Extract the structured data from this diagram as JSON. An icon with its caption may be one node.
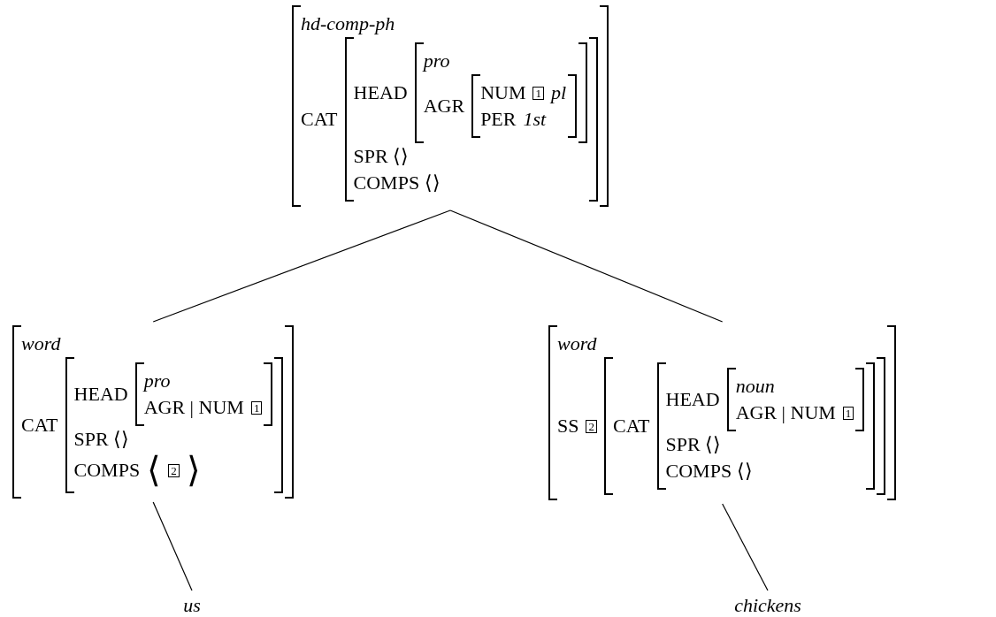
{
  "diagram": {
    "nodes": [
      {
        "text": [
          "hd-comp-ph",
          "CAT"
        ]
      },
      {
        "text": [
          "HEAD",
          "SPR ⟨⟩",
          "COMPS ⟨⟩"
        ],
        "in": 0
      },
      {
        "text": [
          "pro",
          "AGR"
        ],
        "in": 1
      },
      {
        "text": [
          "NUM",
          "1",
          "pl",
          "PER",
          "1st"
        ],
        "in": 2
      },
      {
        "text": [
          "word",
          "CAT"
        ]
      },
      {
        "text": [
          "HEAD",
          "SPR ⟨⟩",
          "COMPS",
          "⟨",
          "2",
          "⟩"
        ],
        "in": 4
      },
      {
        "text": [
          "pro",
          "AGR | NUM",
          "1"
        ],
        "in": 5
      },
      {
        "text": [
          "word",
          "SS",
          "2"
        ]
      },
      {
        "text": [
          "CAT"
        ],
        "in": 7
      },
      {
        "text": [
          "HEAD",
          "SPR ⟨⟩",
          "COMPS ⟨⟩"
        ],
        "in": 8
      },
      {
        "text": [
          "noun",
          "AGR | NUM",
          "1"
        ],
        "in": 9
      },
      {
        "text": [
          "us"
        ]
      },
      {
        "text": [
          "chickens"
        ]
      }
    ],
    "edges": [
      {
        "from": 0,
        "to": 4,
        "arrow": "none"
      },
      {
        "from": 0,
        "to": 7,
        "arrow": "none"
      },
      {
        "from": 4,
        "to": 11,
        "arrow": "none"
      },
      {
        "from": 7,
        "to": 12,
        "arrow": "none"
      }
    ]
  }
}
